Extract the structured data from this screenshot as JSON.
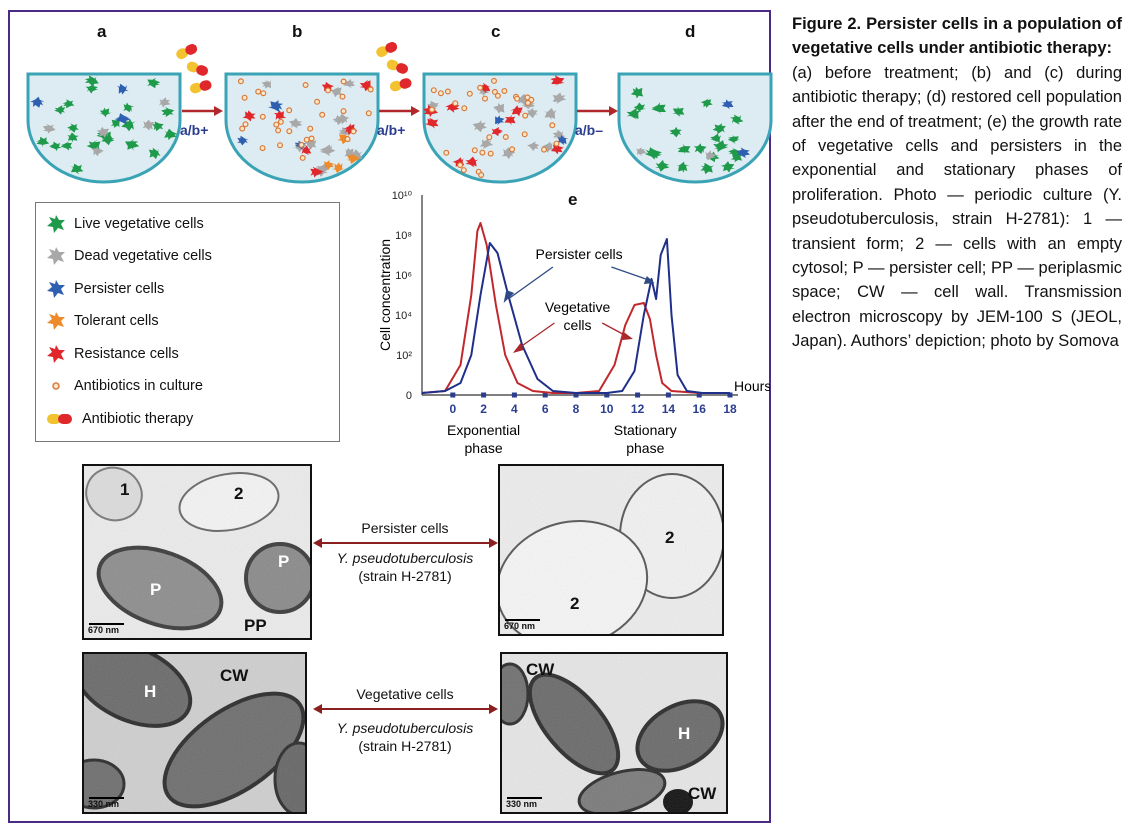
{
  "figure": {
    "panel_labels": [
      "a",
      "b",
      "c",
      "d"
    ],
    "panel_e_label": "e",
    "arrow_labels": [
      "a/b+",
      "a/b+",
      "a/b–"
    ],
    "legend": [
      {
        "label": "Live vegetative cells",
        "color": "#1f9a4a",
        "icon": "green-cell-icon"
      },
      {
        "label": "Dead vegetative cells",
        "color": "#a8a8a8",
        "icon": "gray-cell-icon"
      },
      {
        "label": "Persister cells",
        "color": "#2f5fb0",
        "icon": "blue-cell-icon"
      },
      {
        "label": "Tolerant cells",
        "color": "#ee8a2a",
        "icon": "orange-cell-icon"
      },
      {
        "label": "Resistance cells",
        "color": "#e0282c",
        "icon": "red-cell-icon"
      },
      {
        "label": "Antibiotics in culture",
        "color": "#d97a3a",
        "icon": "dot-icon"
      },
      {
        "label": "Antibiotic therapy",
        "color": "#e0282c",
        "icon": "capsule-icon"
      }
    ],
    "em_top_label": {
      "title": "Persister cells",
      "species": "Y. pseudotuberculosis",
      "strain": "(strain H-2781)"
    },
    "em_bottom_label": {
      "title": "Vegetative cells",
      "species": "Y. pseudotuberculosis",
      "strain": "(strain H-2781)"
    },
    "em_photos": {
      "top_left": {
        "scale": "670 nm",
        "labels": [
          "1",
          "2",
          "P",
          "P",
          "PP"
        ]
      },
      "top_right": {
        "scale": "670 nm",
        "labels": [
          "2",
          "2"
        ]
      },
      "bottom_left": {
        "scale": "330 nm",
        "labels": [
          "H",
          "CW"
        ]
      },
      "bottom_right": {
        "scale": "330 nm",
        "labels": [
          "CW",
          "H",
          "CW"
        ]
      }
    }
  },
  "chart_data": {
    "type": "line",
    "ylabel": "Cell concentration",
    "xlabel": "Hours",
    "x_ticks": [
      "0",
      "2",
      "4",
      "6",
      "8",
      "10",
      "12",
      "14",
      "16",
      "18"
    ],
    "y_ticks": [
      "0",
      "10²",
      "10⁴",
      "10⁶",
      "10⁸",
      "10¹⁰"
    ],
    "xlim": [
      -2,
      18
    ],
    "ylim": [
      0,
      10
    ],
    "phase_labels": [
      "Exponential\nphase",
      "Stationary\nphase"
    ],
    "annotations": [
      "Persister cells",
      "Vegetative\ncells"
    ],
    "series": [
      {
        "name": "Vegetative cells",
        "color": "#c0282c",
        "x": [
          -2,
          -0.5,
          0.5,
          1.2,
          1.6,
          1.8,
          2.2,
          2.8,
          3.4,
          4.2,
          5.2,
          6.5,
          8,
          9.5,
          10.5,
          11.2,
          11.8,
          12.4,
          12.8,
          13.2,
          13.6,
          14.2,
          16,
          18
        ],
        "y": [
          0.1,
          0.2,
          1.5,
          5,
          8.2,
          8.6,
          7.5,
          4.5,
          2,
          0.6,
          0.2,
          0.1,
          0.1,
          0.2,
          1.5,
          3.5,
          4.5,
          4.6,
          3.8,
          2,
          0.6,
          0.2,
          0.1,
          0.1
        ]
      },
      {
        "name": "Persister cells",
        "color": "#1f2f8a",
        "x": [
          -2,
          -0.5,
          0.5,
          1.2,
          1.8,
          2.4,
          2.9,
          3.6,
          4.5,
          5.5,
          6.5,
          8,
          10,
          11,
          11.8,
          12.4,
          12.9,
          13.2,
          13.5,
          13.9,
          14.2,
          14.6,
          15.2,
          16.2,
          18
        ],
        "y": [
          0.1,
          0.2,
          0.6,
          2,
          5,
          7.6,
          7.1,
          5,
          2.5,
          0.8,
          0.2,
          0.1,
          0.1,
          0.2,
          1.2,
          4,
          5.8,
          4.8,
          7,
          7.8,
          4,
          1,
          0.2,
          0.1,
          0.1
        ]
      }
    ]
  },
  "caption": {
    "title": "Figure 2. Persister cells in a population of vegetative cells under antibiotic therapy:",
    "body": "(a) before treatment; (b) and (c) during antibiotic therapy; (d) restored cell population after the end of treatment; (e) the growth rate of vegetative cells and persisters in the exponential and stationary phases of proliferation. Photo — periodic culture (Y. pseudotuberculosis, strain H-2781): 1 — transient form; 2 — cells with an empty cytosol; P — persister cell; PP — periplasmic space; CW — cell wall. Transmission electron microscopy by JEM-100 S (JEOL, Japan). Authors’ depiction; photo by Somova"
  }
}
